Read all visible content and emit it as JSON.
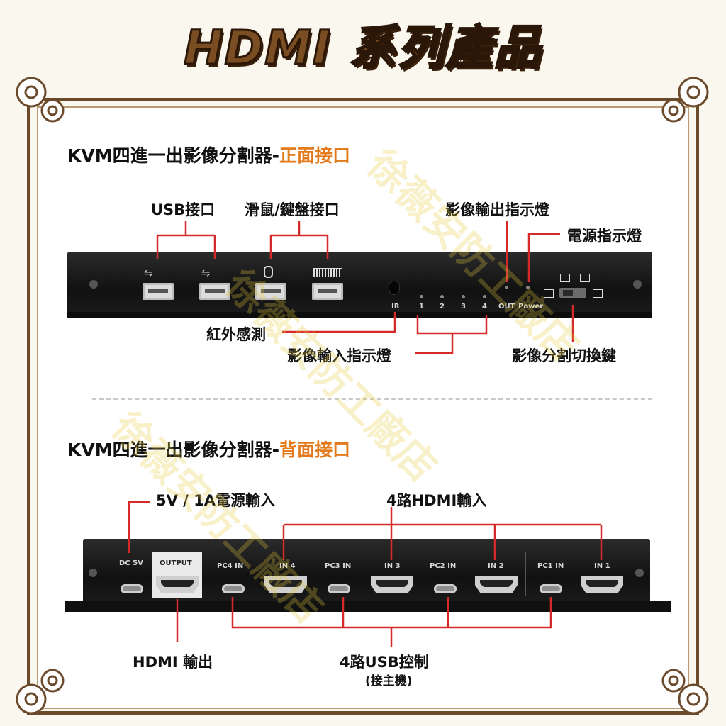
{
  "banner": "HDMI 系列產品",
  "front": {
    "title_main": "KVM四進一出影像分割器-",
    "title_hl": "正面接口",
    "labels": {
      "usb": "USB接口",
      "mouse_keyboard": "滑鼠/鍵盤接口",
      "output_led": "影像輸出指示燈",
      "power_led": "電源指示燈",
      "ir": "紅外感測",
      "input_led": "影像輸入指示燈",
      "split_switch": "影像分割切換鍵"
    },
    "device_text": {
      "ir": "IR",
      "n1": "1",
      "n2": "2",
      "n3": "3",
      "n4": "4",
      "out": "OUT",
      "power": "Power"
    }
  },
  "back": {
    "title_main": "KVM四進一出影像分割器-",
    "title_hl": "背面接口",
    "labels": {
      "power_in": "5V / 1A電源輸入",
      "hdmi_in": "4路HDMI輸入",
      "hdmi_out": "HDMI 輸出",
      "usb_ctrl": "4路USB控制",
      "usb_ctrl_sub": "(接主機)"
    },
    "device_text": {
      "dc": "DC 5V",
      "output": "OUTPUT",
      "pc4": "PC4 IN",
      "in4": "IN 4",
      "pc3": "PC3 IN",
      "in3": "IN 3",
      "pc2": "PC2 IN",
      "in2": "IN 2",
      "pc1": "PC1 IN",
      "in1": "IN 1"
    }
  },
  "watermark": "徐薇安防工廠店",
  "colors": {
    "accent": "#e37a1c",
    "callout": "#d42a2a",
    "frame": "#6b4a2c",
    "banner": "#7a4d22"
  }
}
